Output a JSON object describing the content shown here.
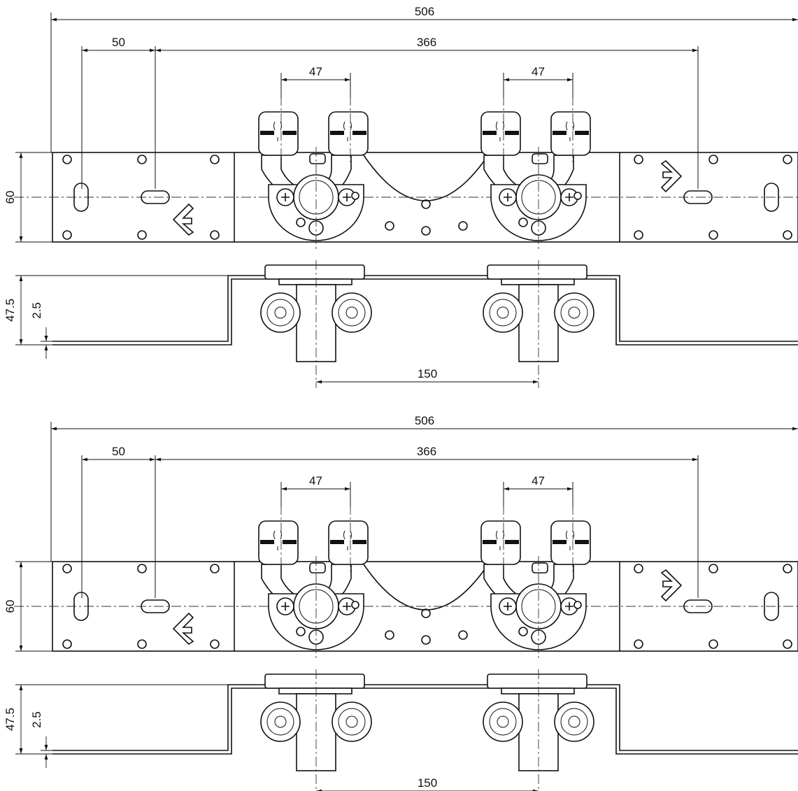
{
  "drawings": [
    {
      "name": "upper",
      "dims": {
        "overall_width": "506",
        "slot_pitch": "50",
        "slot_span": "366",
        "outlet_pitch_left": "47",
        "outlet_pitch_right": "47",
        "rail_height": "60",
        "depth": "47.5",
        "sheet_thickness": "2.5",
        "center_distance": "150"
      }
    },
    {
      "name": "lower",
      "dims": {
        "overall_width": "506",
        "slot_pitch": "50",
        "slot_span": "366",
        "outlet_pitch_left": "47",
        "outlet_pitch_right": "47",
        "rail_height": "60",
        "depth": "47.5",
        "sheet_thickness": "2.5",
        "center_distance": "150"
      }
    }
  ]
}
